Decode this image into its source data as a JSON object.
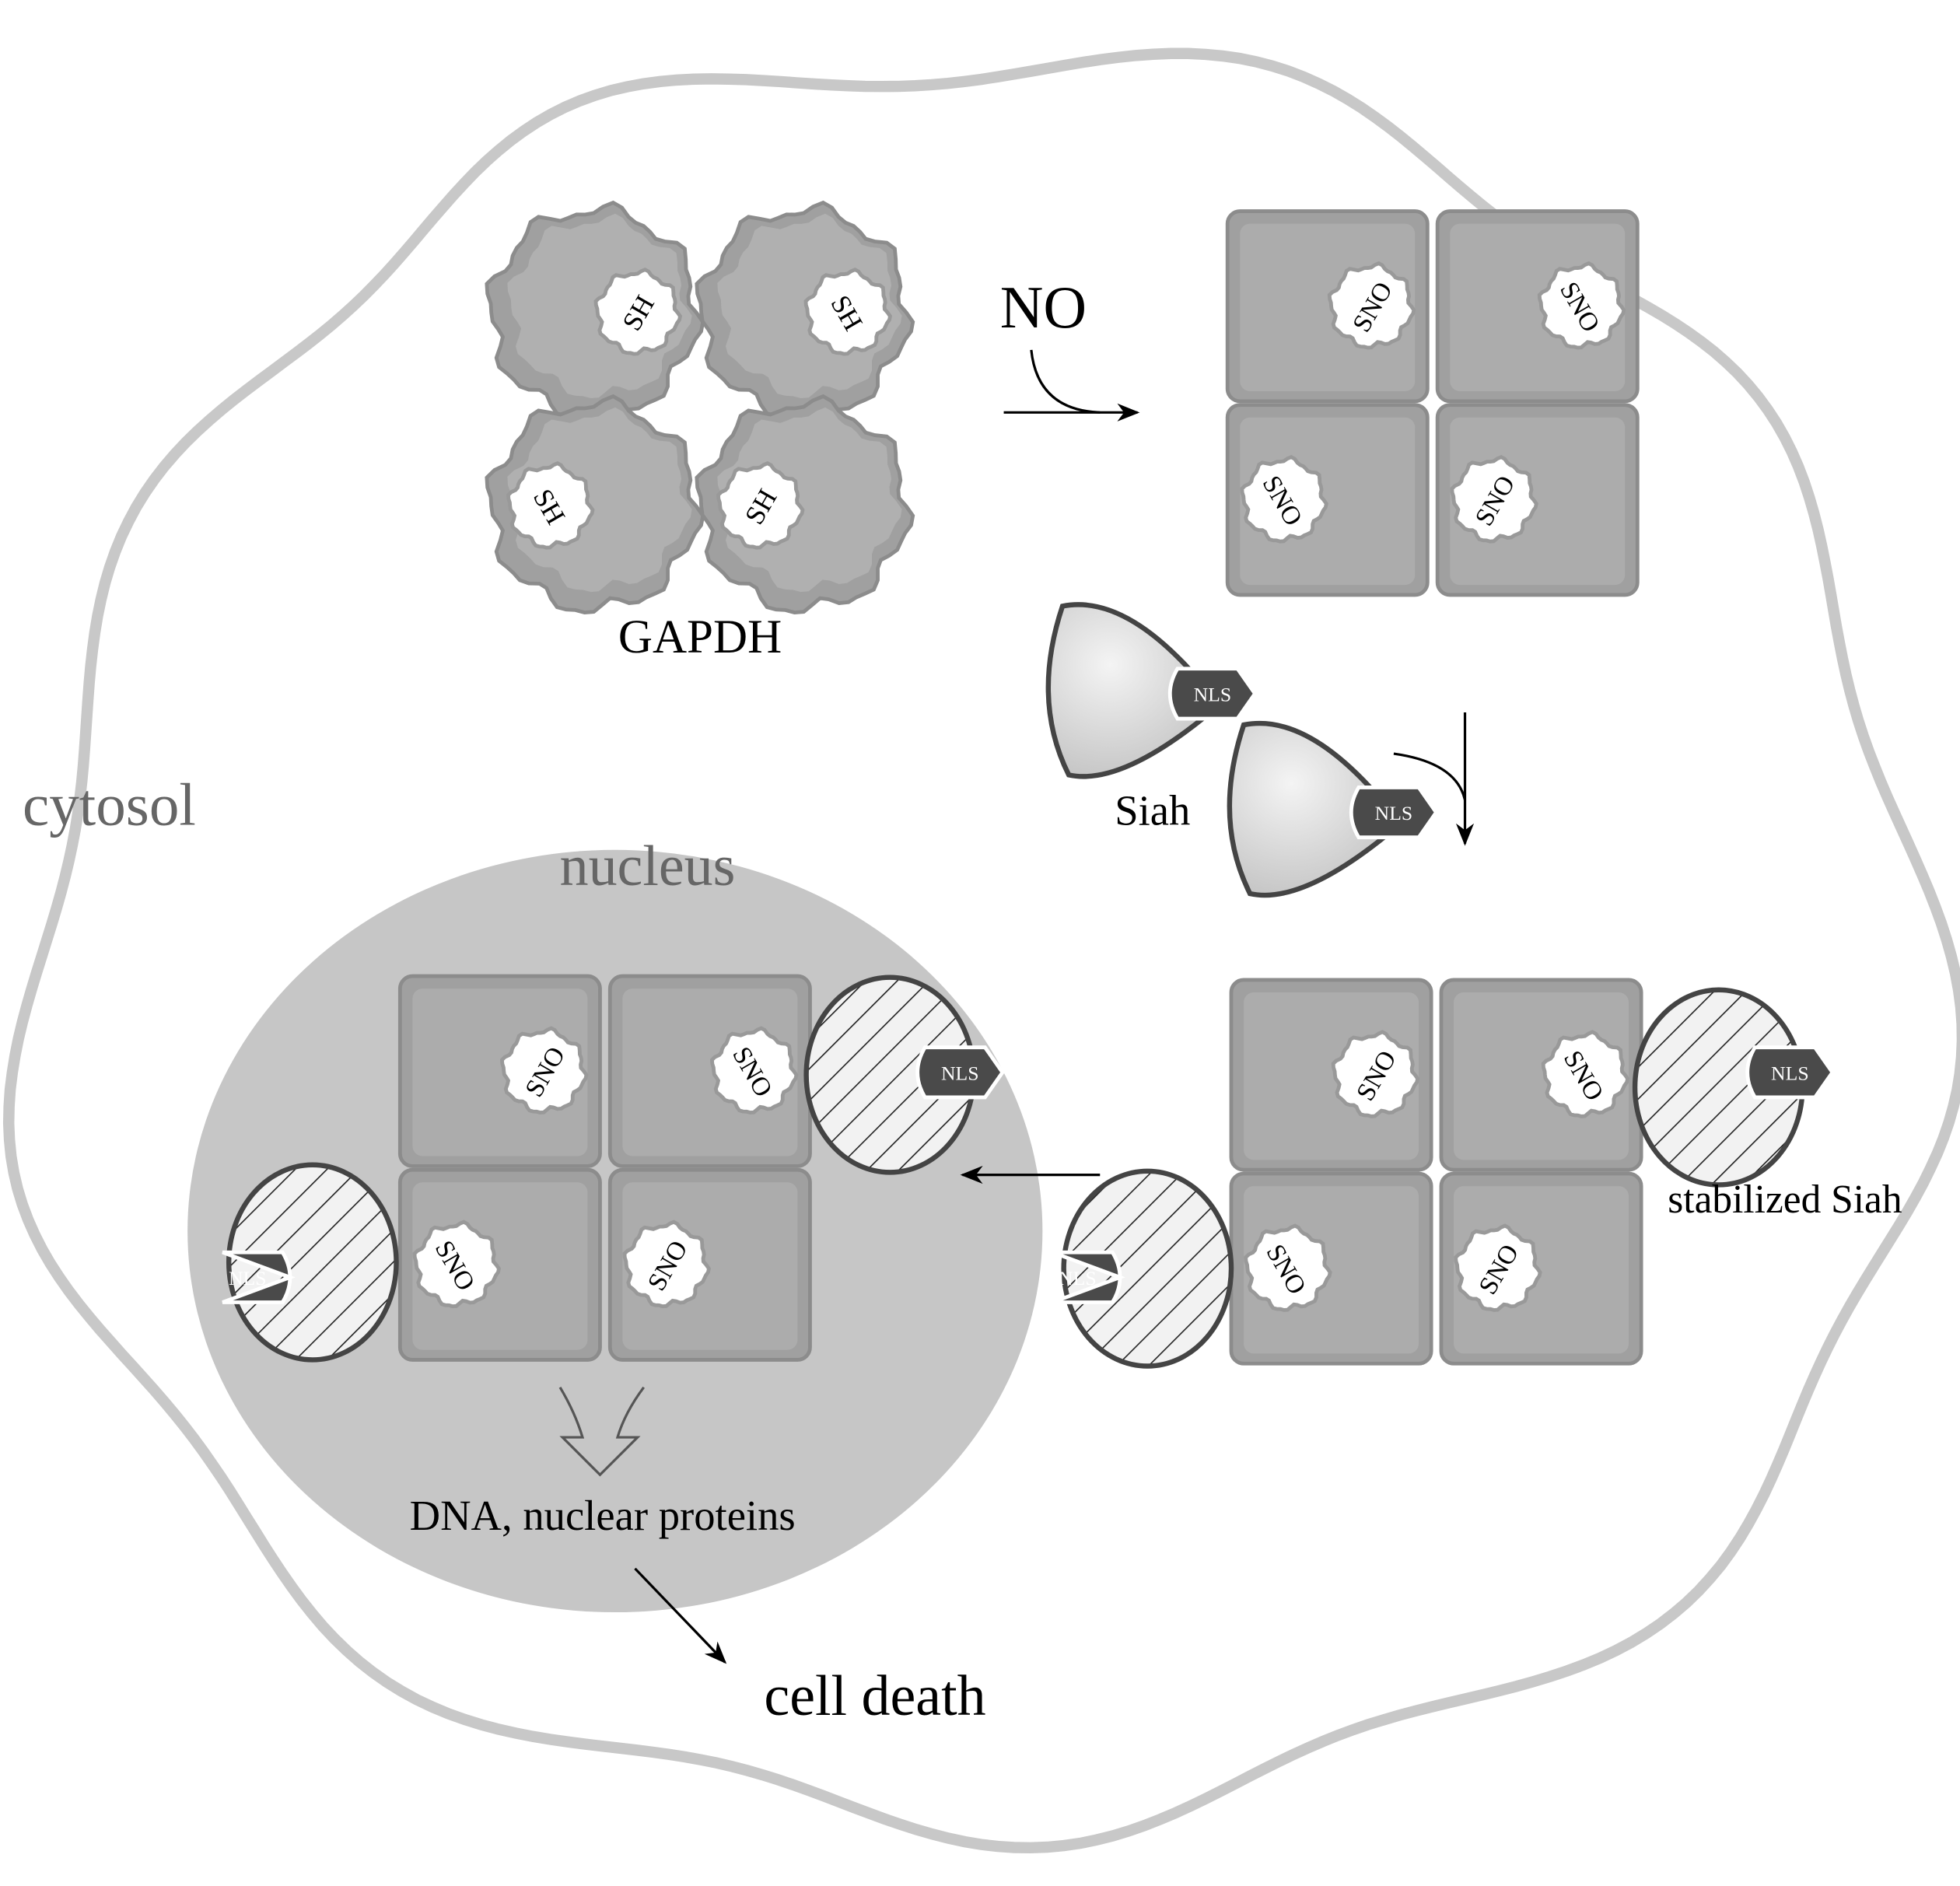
{
  "labels": {
    "no": "NO",
    "gapdh": "GAPDH",
    "siah": "Siah",
    "stabilized_siah": "stabilized Siah",
    "cytosol": "cytosol",
    "nucleus": "nucleus",
    "dna": "DNA, nuclear proteins",
    "cell_death": "cell death"
  },
  "subunit_labels": {
    "reduced": "SH",
    "nitrosylated": "SNO"
  },
  "nls_label": "NLS",
  "colors": {
    "membrane": "#c8c8c8",
    "nucleus_fill": "#c6c6c6",
    "protein_fill": "#a9a9a9",
    "protein_stroke": "#8c8c8c",
    "compartment_text": "#666666",
    "nls_fill": "#4a4a4a"
  }
}
